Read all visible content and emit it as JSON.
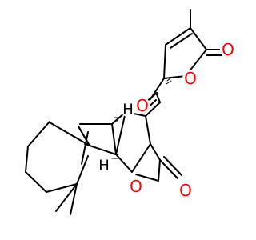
{
  "structure": {
    "atoms": {
      "ring_oxygen_lactone": "O",
      "carbonyl_oxygen_lactone": "O",
      "ether_oxygen": "O",
      "ring_oxygen_butenolide": "O",
      "carbonyl_oxygen_butenolide": "O",
      "hydrogen_top": "H",
      "hydrogen_bottom": "H"
    },
    "colors": {
      "bond": "#000000",
      "heteroatom": "#ff0000",
      "background": "#ffffff"
    }
  }
}
